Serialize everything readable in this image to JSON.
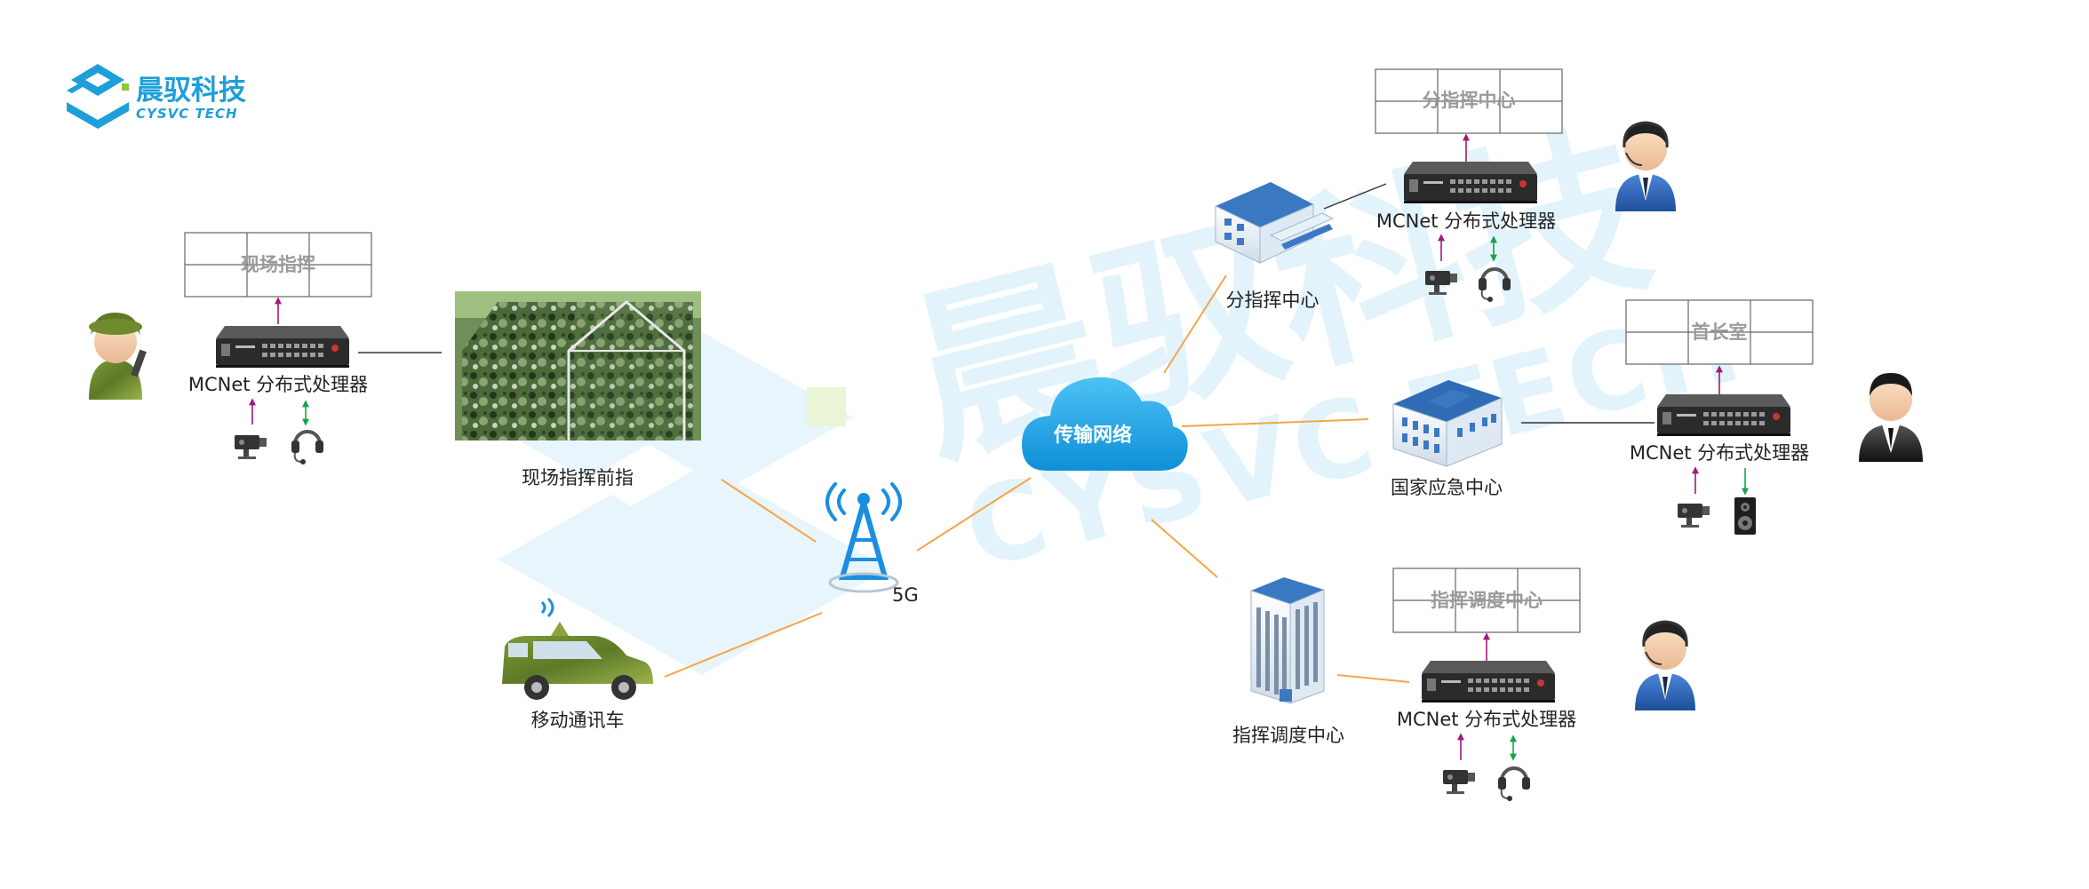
{
  "logo": {
    "cn": "晨驭科技",
    "en": "CYSVC TECH",
    "color": "#1e9fd9"
  },
  "watermark": {
    "cn": "晨驭科技",
    "en": "CYSVC TECH",
    "color": "#e3f3fb"
  },
  "colors": {
    "link_line": "#f5a54a",
    "connector": "#333333",
    "video_arrow": "#a0197f",
    "audio_arrow": "#17a34a",
    "cloud": "#1aa3e8",
    "tower": "#1a8fe0"
  },
  "center": {
    "cloud_label": "传输网络",
    "tower_label": "5G"
  },
  "field_site": {
    "wall_label": "现场指挥",
    "processor_label": "MCNet 分布式处理器",
    "tent_label": "现场指挥前指",
    "person_icon": "soldier-icon"
  },
  "vehicle": {
    "label": "移动通讯车"
  },
  "branch_center": {
    "wall_label": "分指挥中心",
    "building_label": "分指挥中心",
    "processor_label": "MCNet 分布式处理器",
    "person_icon": "operator-headset-icon"
  },
  "national_center": {
    "wall_label": "首长室",
    "building_label": "国家应急中心",
    "processor_label": "MCNet 分布式处理器",
    "person_icon": "businessman-icon"
  },
  "dispatch_center": {
    "wall_label": "指挥调度中心",
    "building_label": "指挥调度中心",
    "processor_label": "MCNet 分布式处理器",
    "person_icon": "operator-headset-icon"
  }
}
